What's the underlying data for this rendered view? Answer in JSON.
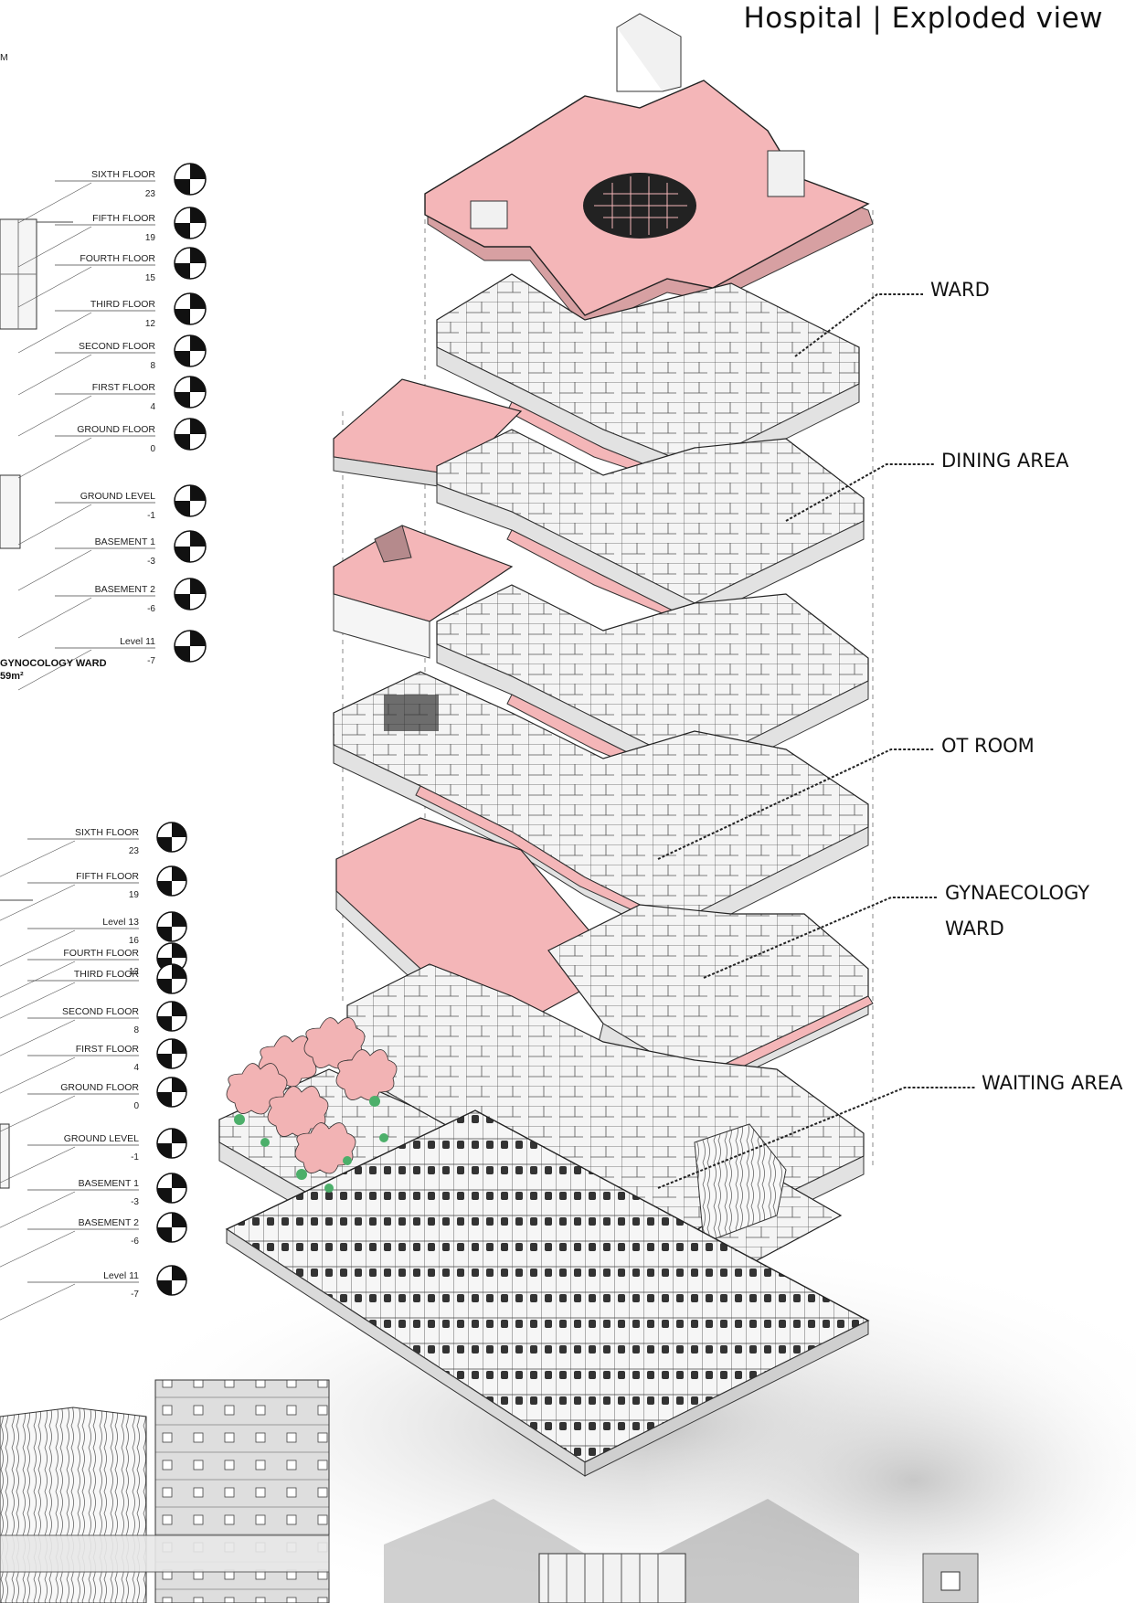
{
  "title": "Hospital | Exploded view",
  "top_corner_label": "M",
  "left_section_caption": "GYNOCOLOGY WARD",
  "left_section_area": "59m²",
  "upper_section_levels": [
    {
      "name": "SIXTH FLOOR",
      "value": "23"
    },
    {
      "name": "FIFTH FLOOR",
      "value": "19"
    },
    {
      "name": "FOURTH FLOOR",
      "value": "15"
    },
    {
      "name": "THIRD FLOOR",
      "value": "12"
    },
    {
      "name": "SECOND FLOOR",
      "value": "8"
    },
    {
      "name": "FIRST FLOOR",
      "value": "4"
    },
    {
      "name": "GROUND FLOOR",
      "value": "0"
    },
    {
      "name": "GROUND LEVEL",
      "value": "-1"
    },
    {
      "name": "BASEMENT 1",
      "value": "-3"
    },
    {
      "name": "BASEMENT 2",
      "value": "-6"
    },
    {
      "name": "Level 11",
      "value": "-7"
    }
  ],
  "lower_section_levels": [
    {
      "name": "SIXTH FLOOR",
      "value": "23"
    },
    {
      "name": "FIFTH FLOOR",
      "value": "19"
    },
    {
      "name": "Level 13",
      "value": "16"
    },
    {
      "name": "FOURTH FLOOR",
      "value": "12"
    },
    {
      "name": "THIRD FLOOR",
      "value": ""
    },
    {
      "name": "SECOND FLOOR",
      "value": "8"
    },
    {
      "name": "FIRST FLOOR",
      "value": "4"
    },
    {
      "name": "GROUND FLOOR",
      "value": "0"
    },
    {
      "name": "GROUND LEVEL",
      "value": "-1"
    },
    {
      "name": "BASEMENT 1",
      "value": "-3"
    },
    {
      "name": "BASEMENT 2",
      "value": "-6"
    },
    {
      "name": "Level 11",
      "value": "-7"
    }
  ],
  "callouts": {
    "ward": "WARD",
    "dining": "DINING AREA",
    "ot": "OT ROOM",
    "gyn_line1": "GYNAECOLOGY",
    "gyn_line2": "WARD",
    "waiting": "WAITING AREA"
  },
  "colors": {
    "slab_pink": "#f4b6b8",
    "line": "#222222",
    "floor_fill": "#f2f2f2",
    "wall_fill": "#e2e2e2",
    "tree_pink": "#f2b3b4",
    "tree_green": "#4caf6a",
    "sky_grey": "#d8d8d8"
  }
}
